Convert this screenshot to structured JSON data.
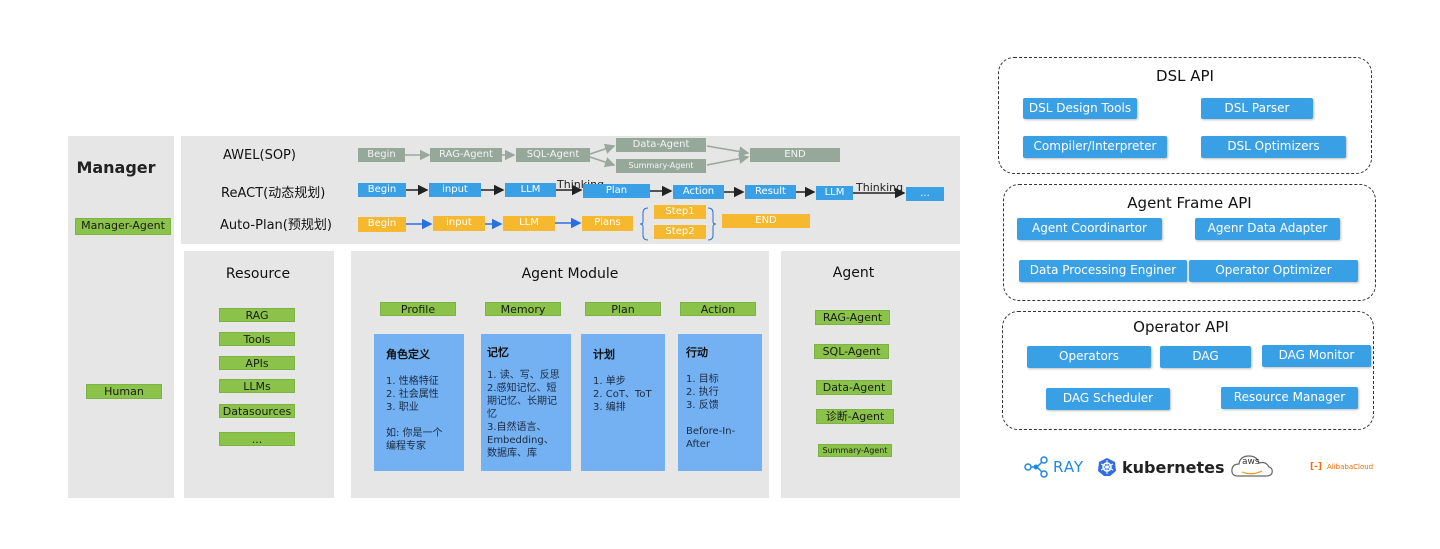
{
  "manager": {
    "title": "Manager",
    "items": [
      "Manager-Agent",
      "Human"
    ]
  },
  "planning": {
    "rows": [
      {
        "label": "AWEL(SOP)",
        "steps": [
          "Begin",
          "RAG-Agent",
          "SQL-Agent",
          "Data-Agent",
          "Summary-Agent",
          "END"
        ]
      },
      {
        "label": "ReACT(动态规划)",
        "steps": [
          "Begin",
          "input",
          "LLM",
          "Plan",
          "Action",
          "Result",
          "LLM",
          "..."
        ],
        "notes": [
          "Thinking",
          "Thinking"
        ]
      },
      {
        "label": "Auto-Plan(预规划)",
        "steps": [
          "Begin",
          "input",
          "LLM",
          "Plans",
          "Step1",
          "Step2",
          "END"
        ]
      }
    ]
  },
  "resource": {
    "title": "Resource",
    "items": [
      "RAG",
      "Tools",
      "APIs",
      "LLMs",
      "Datasources",
      "..."
    ]
  },
  "agent_module": {
    "title": "Agent Module",
    "tags": [
      "Profile",
      "Memory",
      "Plan",
      "Action"
    ],
    "cards": [
      {
        "heading": "角色定义",
        "body": "1. 性格特征\n2. 社会属性\n3. 职业\n\n如: 你是一个\n编程专家"
      },
      {
        "heading": "记忆",
        "body": "1. 读、写、反思\n2.感知记忆、短\n期记忆、长期记\n忆\n3.自然语言、\nEmbedding、\n数据库、库"
      },
      {
        "heading": "计划",
        "body": "1. 单步\n2. CoT、ToT\n3. 编排"
      },
      {
        "heading": "行动",
        "body": "1. 目标\n2. 执行\n3. 反馈\n\nBefore-In-After"
      }
    ]
  },
  "agent": {
    "title": "Agent",
    "items": [
      "RAG-Agent",
      "SQL-Agent",
      "Data-Agent",
      "诊断-Agent",
      "Summary-Agent"
    ]
  },
  "dsl_api": {
    "title": "DSL API",
    "items": [
      "DSL Design Tools",
      "DSL Parser",
      "Compiler/Interpreter",
      "DSL Optimizers"
    ]
  },
  "agent_frame_api": {
    "title": "Agent Frame API",
    "items": [
      "Agent Coordinartor",
      "Agenr Data Adapter",
      "Data Processing Enginer",
      "Operator Optimizer"
    ]
  },
  "operator_api": {
    "title": "Operator API",
    "items": [
      "Operators",
      "DAG",
      "DAG Monitor",
      "DAG Scheduler",
      "Resource Manager"
    ]
  },
  "logos": {
    "ray": "RAY",
    "kubernetes": "kubernetes",
    "aws": "aws",
    "alibaba": "AlibabaCloud"
  },
  "colors": {
    "green": "#8bc34a",
    "blue": "#3aa0e6",
    "gray_step": "#96a89a",
    "yellow_step": "#f5b82e",
    "card_blue": "#73b1f3",
    "panel": "#e6e6e6"
  }
}
